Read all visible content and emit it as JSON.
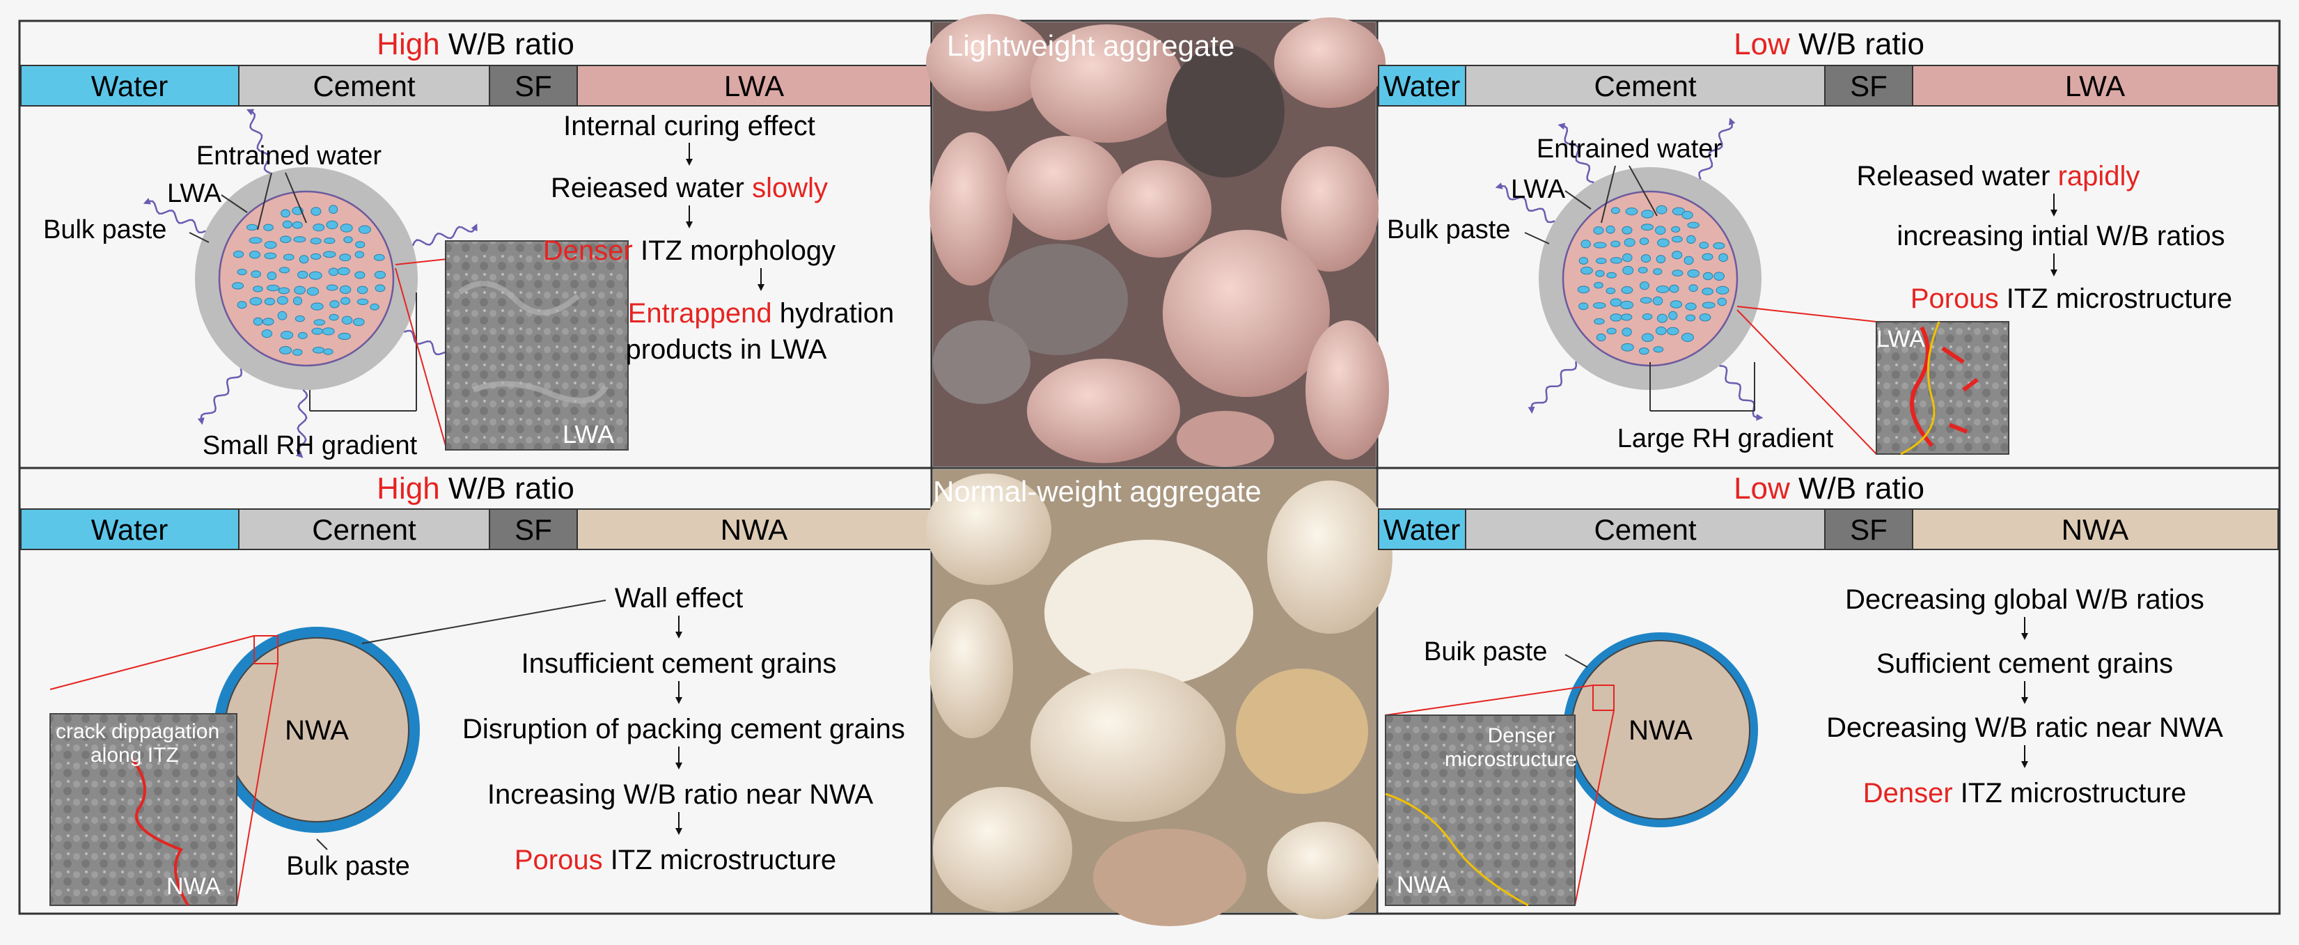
{
  "colors": {
    "accent_red": "#e52421",
    "water": "#5cc6e9",
    "cement": "#c8c8c8",
    "sf": "#777777",
    "lwa_bar": "#dba9a5",
    "nwa_bar": "#ddcbb6",
    "paste_ring": "#bdbdbd",
    "lwa_core": "#e4b2ac",
    "pore": "#53bde6",
    "nwa_core": "#d2c0ad",
    "nwa_shell": "#1f84c5",
    "arrow_wave": "#6a5cb0"
  },
  "panels": {
    "top_left": {
      "title_red": "High",
      "title_black": " W/B ratio",
      "bar": [
        "Water",
        "Cement",
        "SF",
        "LWA"
      ],
      "labels": {
        "entrained_water": "Entrained water",
        "lwa": "LWA",
        "bulk_paste": "Bulk paste",
        "rh_gradient": "Small RH gradient",
        "sem_label": "LWA"
      },
      "flow": {
        "step1": "Internal curing effect",
        "step2_black": "Reieased water ",
        "step2_red": "slowly",
        "step3_red": "Denser",
        "step3_black": " ITZ morphology",
        "step4_red": "Entrappend",
        "step4_black": " hydration",
        "step4_line2": "products in LWA"
      }
    },
    "top_right": {
      "title_red": "Low",
      "title_black": " W/B ratio",
      "bar": [
        "Water",
        "Cement",
        "SF",
        "LWA"
      ],
      "labels": {
        "entrained_water": "Entrained water",
        "lwa": "LWA",
        "bulk_paste": "Bulk paste",
        "rh_gradient": "Large RH gradient",
        "sem_label": "LWA"
      },
      "flow": {
        "step1_black": "Released water ",
        "step1_red": "rapidly",
        "step2": "increasing intial W/B ratios",
        "step3_red": "Porous",
        "step3_black": " ITZ microstructure"
      }
    },
    "bottom_left": {
      "title_red": "High",
      "title_black": " W/B ratio",
      "bar": [
        "Water",
        "Cernent",
        "SF",
        "NWA"
      ],
      "labels": {
        "nwa": "NWA",
        "bulk_paste": "Bulk paste",
        "sem_text1": "crack dippagation",
        "sem_text2": "along ITZ",
        "sem_nwa": "NWA"
      },
      "flow": {
        "step1": "Wall effect",
        "step2": "Insufficient cement grains",
        "step3": "Disruption of packing cement grains",
        "step4": "Increasing W/B ratio near NWA",
        "step5_red": "Porous",
        "step5_black": " ITZ microstructure"
      }
    },
    "bottom_right": {
      "title_red": "Low",
      "title_black": " W/B ratio",
      "bar": [
        "Water",
        "Cement",
        "SF",
        "NWA"
      ],
      "labels": {
        "bulk_paste": "Buik paste",
        "nwa": "NWA",
        "sem_text1": "Denser",
        "sem_text2": "microstructure",
        "sem_nwa": "NWA"
      },
      "flow": {
        "step1": "Decreasing global W/B ratios",
        "step2": "Sufficient cement grains",
        "step3": "Decreasing W/B ratic near NWA",
        "step4_red": "Denser",
        "step4_black": " ITZ microstructure"
      }
    },
    "photo_top": {
      "caption": "Lightweight aggregate"
    },
    "photo_bottom": {
      "caption": "Normal-weight aggregate"
    }
  }
}
